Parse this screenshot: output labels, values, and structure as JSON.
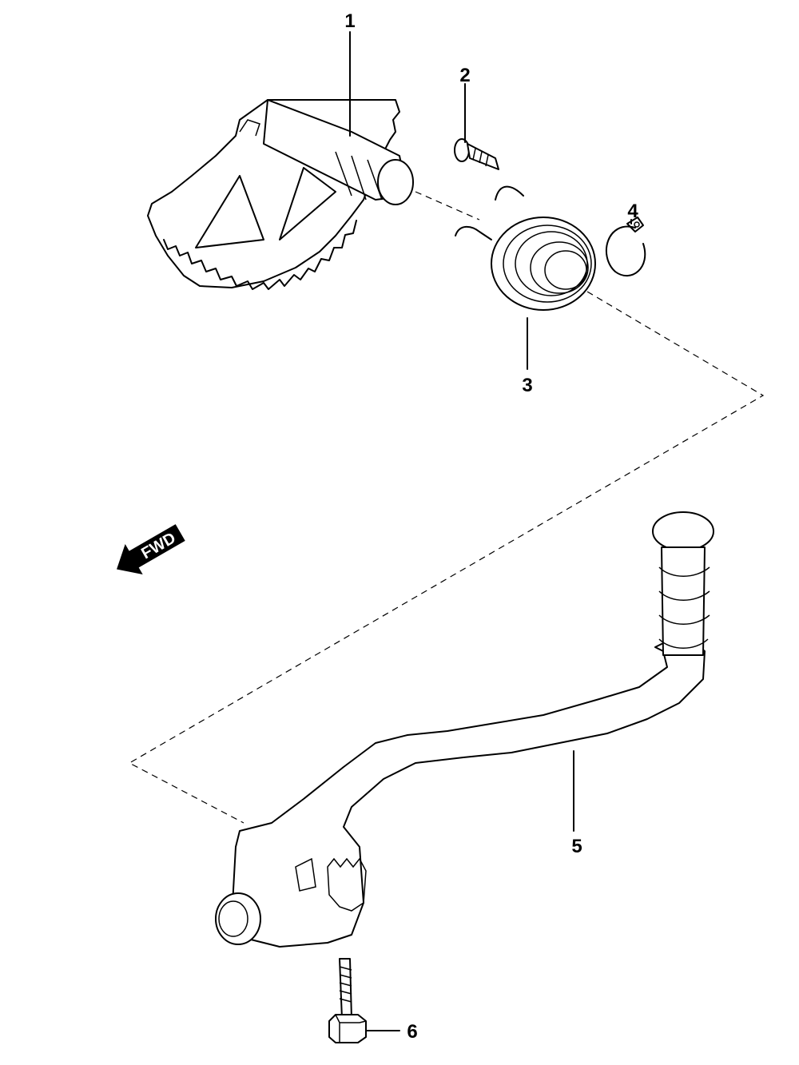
{
  "callouts": {
    "c1": "1",
    "c2": "2",
    "c3": "3",
    "c4": "4",
    "c5": "5",
    "c6": "6"
  },
  "direction_label": "FWD"
}
